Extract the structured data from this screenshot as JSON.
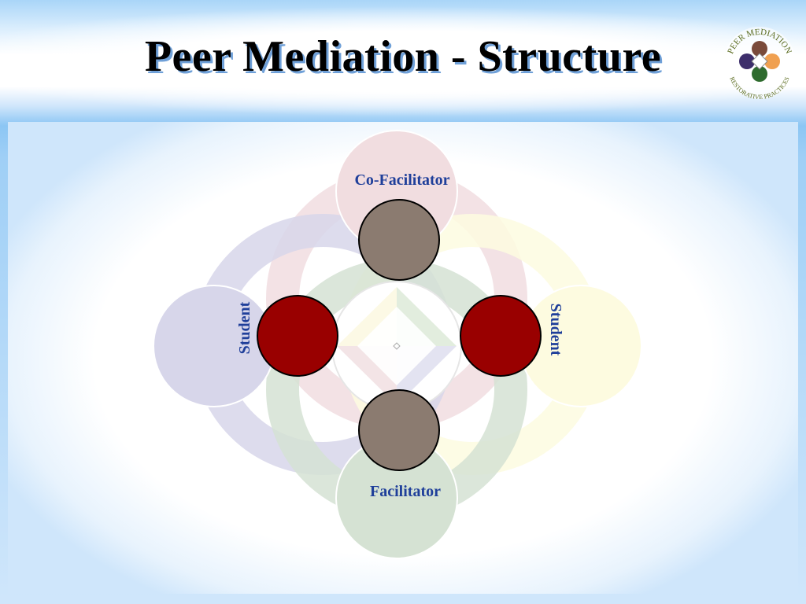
{
  "slide": {
    "title": "Peer Mediation - Structure"
  },
  "logo": {
    "top_text": "PEER MEDIATION",
    "bottom_text": "RESTORATIVE PRACTICES",
    "colors": [
      "#7a4a3a",
      "#f0a050",
      "#2e6b2e",
      "#3d2e6b"
    ]
  },
  "diagram": {
    "nodes": [
      {
        "id": "co-facilitator",
        "label": "Co-Facilitator",
        "lobe_color": "#f1dde0",
        "node_color": "#8b7b70"
      },
      {
        "id": "student-left",
        "label": "Student",
        "lobe_color": "#d7d6ea",
        "node_color": "#990000"
      },
      {
        "id": "student-right",
        "label": "Student",
        "lobe_color": "#fdfbe0",
        "node_color": "#990000"
      },
      {
        "id": "facilitator",
        "label": "Facilitator",
        "lobe_color": "#d5e2d3",
        "node_color": "#8b7b70"
      }
    ],
    "label_color": "#1f3f9a",
    "outline_color": "#000000"
  }
}
